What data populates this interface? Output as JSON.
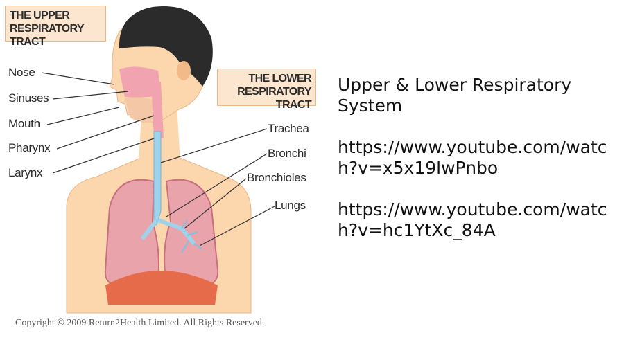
{
  "diagram": {
    "upper_title": "THE UPPER RESPIRATORY TRACT",
    "lower_title": "THE LOWER RESPIRATORY TRACT",
    "labels": {
      "nose": "Nose",
      "sinuses": "Sinuses",
      "mouth": "Mouth",
      "pharynx": "Pharynx",
      "larynx": "Larynx",
      "trachea": "Trachea",
      "bronchi": "Bronchi",
      "bronchioles": "Bronchioles",
      "lungs": "Lungs"
    },
    "copyright": "Copyright © 2009 Return2Health Limited. All Rights Reserved.",
    "colors": {
      "skin": "#fcd6ad",
      "hair": "#2b2b2b",
      "lung": "#e9a3ab",
      "trachea": "#9fd3ec",
      "diaphragm": "#e66b4b",
      "label_box": "#fce6cf"
    }
  },
  "text": {
    "title": "Upper & Lower Respiratory System",
    "link1": "https://www.youtube.com/watch?v=x5x19lwPnbo",
    "link2": "https://www.youtube.com/watch?v=hc1YtXc_84A"
  }
}
